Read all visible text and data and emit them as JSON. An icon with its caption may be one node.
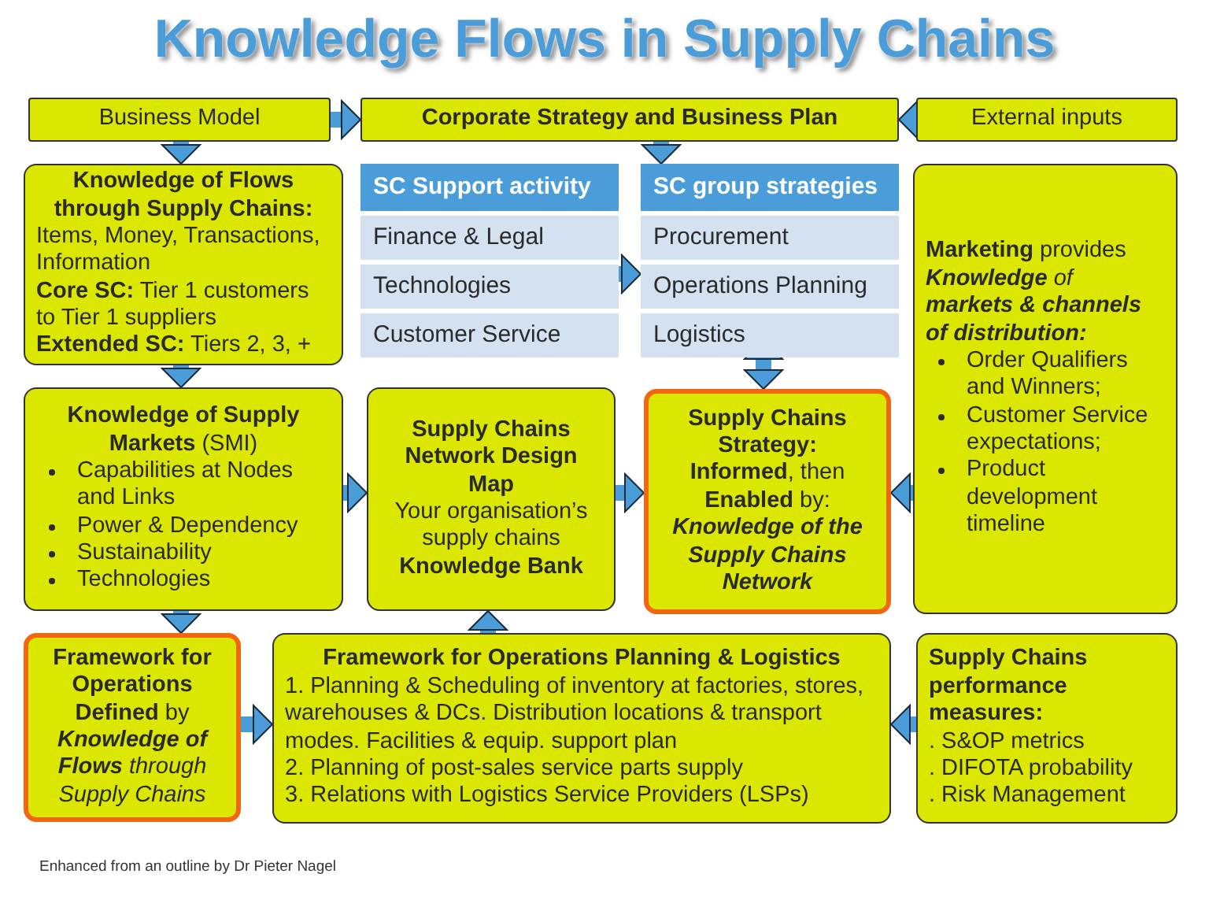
{
  "diagram": {
    "title": "Knowledge Flows in Supply Chains",
    "nodes": [
      {
        "text": [
          "Business Model"
        ]
      },
      {
        "text": [
          "Corporate Strategy and Business Plan"
        ]
      },
      {
        "text": [
          "External inputs"
        ]
      },
      {
        "text": [
          "Knowledge of Flows through Supply Chains:",
          "Items, Money, Transactions, Information",
          "**Core SC:** Tier 1 customers to Tier 1 suppliers",
          "**Extended SC:** Tiers 2, 3, +"
        ]
      },
      {
        "text": [
          "SC Support activity",
          "Finance & Legal",
          "Technologies",
          "Customer Service"
        ]
      },
      {
        "text": [
          "SC group strategies",
          "Procurement",
          "Operations Planning",
          "Logistics"
        ]
      },
      {
        "text": [
          "**Marketing** provides",
          "**Knowledge** of **markets & channels of distribution:**",
          "Order Qualifiers and Winners;",
          "Customer Service expectations;",
          "Product development timeline"
        ]
      },
      {
        "text": [
          "**Knowledge of Supply Markets** (SMI)",
          "Capabilities at Nodes and Links",
          "Power & Dependency",
          "Sustainability",
          "Technologies"
        ]
      },
      {
        "text": [
          "Supply Chains Network Design Map",
          "Your organisation’s supply chains",
          "Knowledge Bank"
        ]
      },
      {
        "text": [
          "Supply Chains Strategy:",
          "**Informed**, then **Enabled** by:",
          "Knowledge of the Supply Chains Network"
        ]
      },
      {
        "text": [
          "**Framework for Operations Defined** by",
          "**Knowledge of Flows** through Supply Chains"
        ]
      },
      {
        "text": [
          "Framework for Operations Planning & Logistics",
          "1. Planning & Scheduling of inventory at factories, stores, warehouses & DCs. Distribution locations & transport modes. Facilities & equip. support plan",
          "2. Planning of post-sales service parts supply",
          "3. Relations with Logistics Service Providers (LSPs)"
        ]
      },
      {
        "text": [
          "Supply Chains performance measures:",
          ". S&OP metrics",
          ". DIFOTA probability",
          ". Risk Management"
        ]
      }
    ],
    "edges": [
      {
        "from": 0,
        "to": 1,
        "arrow": "to"
      },
      {
        "from": 2,
        "to": 1,
        "arrow": "to"
      },
      {
        "from": 0,
        "to": 3,
        "arrow": "to"
      },
      {
        "from": 1,
        "to": 5,
        "arrow": "to"
      },
      {
        "from": 4,
        "to": 5,
        "arrow": "to"
      },
      {
        "from": 5,
        "to": 9,
        "arrow": "both"
      },
      {
        "from": 3,
        "to": 7,
        "arrow": "to"
      },
      {
        "from": 7,
        "to": 8,
        "arrow": "to"
      },
      {
        "from": 8,
        "to": 9,
        "arrow": "to"
      },
      {
        "from": 6,
        "to": 9,
        "arrow": "to"
      },
      {
        "from": 7,
        "to": 10,
        "arrow": "to"
      },
      {
        "from": 11,
        "to": 8,
        "arrow": "to"
      },
      {
        "from": 10,
        "to": 11,
        "arrow": "to"
      },
      {
        "from": 12,
        "to": 11,
        "arrow": "to"
      }
    ],
    "labels": [
      "Enhanced from an outline by Dr Pieter Nagel"
    ]
  }
}
